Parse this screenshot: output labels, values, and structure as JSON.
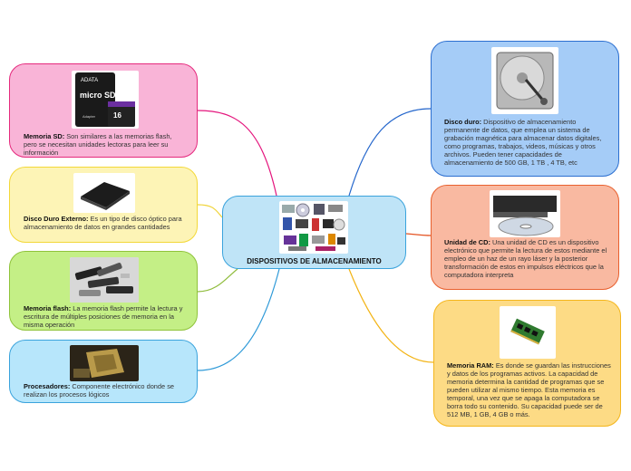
{
  "center": {
    "title": "DISPOSITIVOS DE ALMACENAMIENTO",
    "image_icon": "storage-devices-collage-icon"
  },
  "left_nodes": [
    {
      "id": "sd",
      "term": "Memoria SD:",
      "desc": "Son similares a las memorias flash, pero se necesitan unidades lectoras para leer su información",
      "fill": "#f9b4d7",
      "border": "#e5297d",
      "line": "#e4157d",
      "image_icon": "sd-card-icon",
      "image_text": [
        "ADATA",
        "micro SD",
        "16",
        "Adapter"
      ]
    },
    {
      "id": "ext",
      "term": "Disco Duro Externo:",
      "desc": "Es un tipo de disco óptico para almacenamiento de datos en grandes cantidades",
      "fill": "#fdf4b6",
      "border": "#f3d838",
      "line": "#f0d43a",
      "image_icon": "external-drive-icon"
    },
    {
      "id": "flash",
      "term": "Memoria flash:",
      "desc": "La memoria flash permite la lectura y escritura de múltiples posiciones de memoria en la misma operación",
      "fill": "#c4ef86",
      "border": "#8fc33a",
      "line": "#8fbc3c",
      "image_icon": "usb-flash-drives-icon"
    },
    {
      "id": "cpu",
      "term": "Procesadores:",
      "desc": "Componente electrónico donde se realizan los procesos lógicos",
      "fill": "#b7e6fb",
      "border": "#3aa3dc",
      "line": "#2f9ad8",
      "image_icon": "processor-chip-icon"
    }
  ],
  "right_nodes": [
    {
      "id": "hdd",
      "term": "Disco duro:",
      "desc": "Dispositivo de almacenamiento permanente de datos, que emplea un sistema de grabación magnética para almacenar datos digitales, como programas, trabajos, videos, músicas y otros archivos. Pueden tener capacidades de almacenamiento de 500 GB, 1 TB , 4 TB, etc",
      "fill": "#a5ccf7",
      "border": "#2c6fd0",
      "line": "#2466cc",
      "image_icon": "hard-disk-icon"
    },
    {
      "id": "cd",
      "term": "Unidad de CD:",
      "desc": "Una unidad de CD es un dispositivo electrónico que permite la lectura de estos mediante el empleo de un haz de un rayo láser y la posterior transformación de estos en impulsos eléctricos que la computadora interpreta",
      "fill": "#f9b9a1",
      "border": "#e8602e",
      "line": "#e45322",
      "image_icon": "cd-drive-icon"
    },
    {
      "id": "ram",
      "term": "Memoria RAM:",
      "desc": "Es donde se guardan las instrucciones y datos de los programas activos. La capacidad de memoria determina la cantidad de programas que se pueden utilizar al mismo tiempo. Esta memoria es temporal, una vez que se apaga la computadora se borra todo su contenido. Su capacidad puede ser de 512 MB, 1 GB, 4 GB o más.",
      "fill": "#fddb85",
      "border": "#f4b61c",
      "line": "#f3b313",
      "image_icon": "ram-module-icon"
    }
  ]
}
